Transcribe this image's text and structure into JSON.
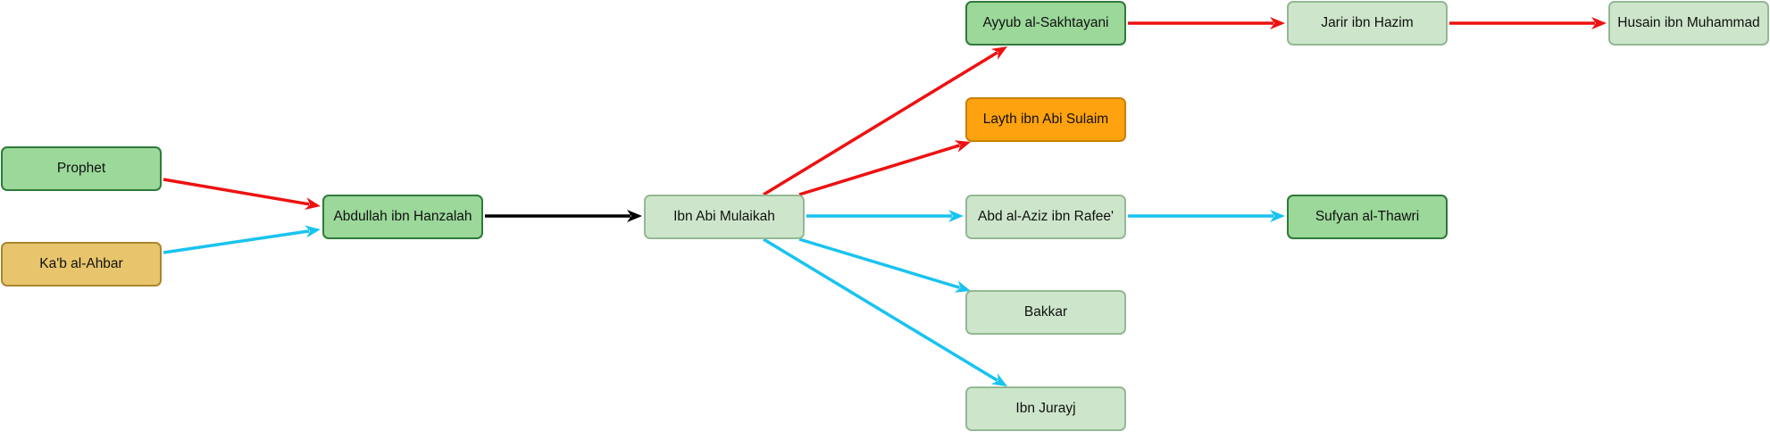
{
  "colors": {
    "strong_fill": "#9bd89a",
    "light_fill": "#cde6cb",
    "orange_fill": "#ffa20f",
    "tan_fill": "#e8c56c",
    "edge_red": "#ee1111",
    "edge_blue": "#19c3f0",
    "edge_black": "#000000"
  },
  "nodes": [
    {
      "id": "prophet",
      "label": "Prophet",
      "style": "strong"
    },
    {
      "id": "kab",
      "label": "Ka'b al-Ahbar",
      "style": "tan"
    },
    {
      "id": "abdullah",
      "label": "Abdullah ibn Hanzalah",
      "style": "strong"
    },
    {
      "id": "ibnabi",
      "label": "Ibn Abi Mulaikah",
      "style": "light"
    },
    {
      "id": "ayyub",
      "label": "Ayyub al-Sakhtayani",
      "style": "strong"
    },
    {
      "id": "layth",
      "label": "Layth ibn Abi Sulaim",
      "style": "orange"
    },
    {
      "id": "abdalaziz",
      "label": "Abd al-Aziz ibn Rafee'",
      "style": "light"
    },
    {
      "id": "bakkar",
      "label": "Bakkar",
      "style": "light"
    },
    {
      "id": "ibnjurayj",
      "label": "Ibn Jurayj",
      "style": "light"
    },
    {
      "id": "jarir",
      "label": "Jarir ibn Hazim",
      "style": "light"
    },
    {
      "id": "sufyan",
      "label": "Sufyan al-Thawri",
      "style": "strong"
    },
    {
      "id": "husain",
      "label": "Husain ibn Muhammad",
      "style": "light"
    }
  ],
  "edges": [
    {
      "from": "prophet",
      "to": "abdullah",
      "color": "red"
    },
    {
      "from": "kab",
      "to": "abdullah",
      "color": "blue"
    },
    {
      "from": "abdullah",
      "to": "ibnabi",
      "color": "black"
    },
    {
      "from": "ibnabi",
      "to": "ayyub",
      "color": "red"
    },
    {
      "from": "ibnabi",
      "to": "layth",
      "color": "red"
    },
    {
      "from": "ibnabi",
      "to": "abdalaziz",
      "color": "blue"
    },
    {
      "from": "ibnabi",
      "to": "bakkar",
      "color": "blue"
    },
    {
      "from": "ibnabi",
      "to": "ibnjurayj",
      "color": "blue"
    },
    {
      "from": "ayyub",
      "to": "jarir",
      "color": "red"
    },
    {
      "from": "jarir",
      "to": "husain",
      "color": "red"
    },
    {
      "from": "abdalaziz",
      "to": "sufyan",
      "color": "blue"
    }
  ]
}
